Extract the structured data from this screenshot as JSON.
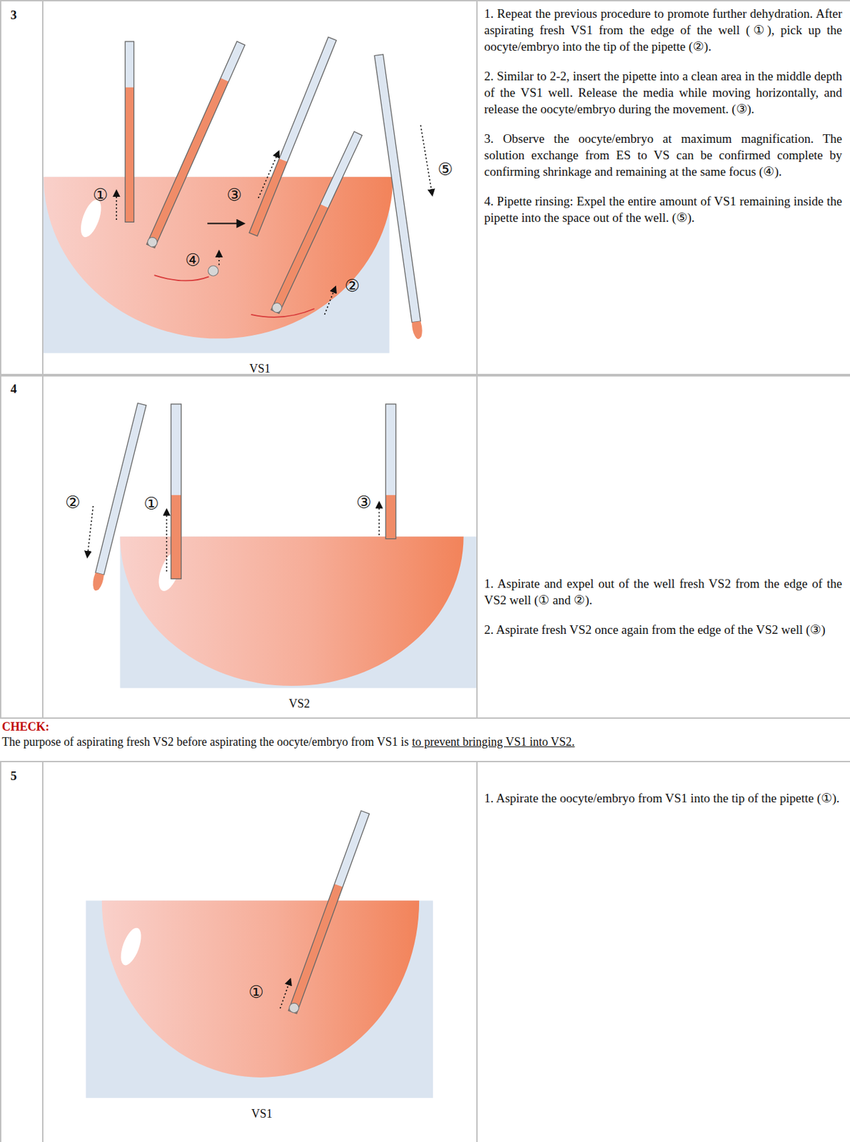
{
  "diagram": {
    "nodes": [
      {
        "text": [
          "3"
        ]
      },
      {
        "text": [
          "VS1"
        ]
      },
      {
        "text": [
          "1. Repeat the previous procedure to promote further dehydration. After aspirating fresh VS1 from the edge of the well (①), pick up the oocyte/embryo into the tip of the pipette (②).",
          "2. Similar to 2-2, insert the pipette into a clean area in the middle depth of the VS1 well. Release the media while moving horizontally, and release the oocyte/embryo during the movement. (③).",
          "3. Observe the oocyte/embryo at maximum magnification. The solution exchange from ES to VS can be confirmed complete by confirming shrinkage and remaining at the same focus (④).",
          "4. Pipette rinsing: Expel the entire amount of VS1 remaining inside the pipette into the space out of the well. (⑤)."
        ]
      },
      {
        "text": [
          "4"
        ]
      },
      {
        "text": [
          "VS2"
        ]
      },
      {
        "text": [
          "1. Aspirate and expel out of the well fresh VS2 from the edge of the VS2 well (① and ②).",
          "2. Aspirate fresh VS2 once again from the edge of the VS2 well (③)"
        ]
      },
      {
        "text": [
          "5"
        ]
      },
      {
        "text": [
          "VS1"
        ]
      },
      {
        "text": [
          "1. Aspirate the oocyte/embryo from VS1 into the tip of the pipette (①)."
        ]
      }
    ],
    "labels": [
      "①",
      "②",
      "③",
      "④",
      "⑤",
      "①",
      "②",
      "③",
      "CHECK:",
      "The purpose of aspirating fresh VS2 before aspirating the oocyte/embryo from VS1 is",
      "to prevent bringing VS1 into VS2.",
      "①"
    ]
  }
}
